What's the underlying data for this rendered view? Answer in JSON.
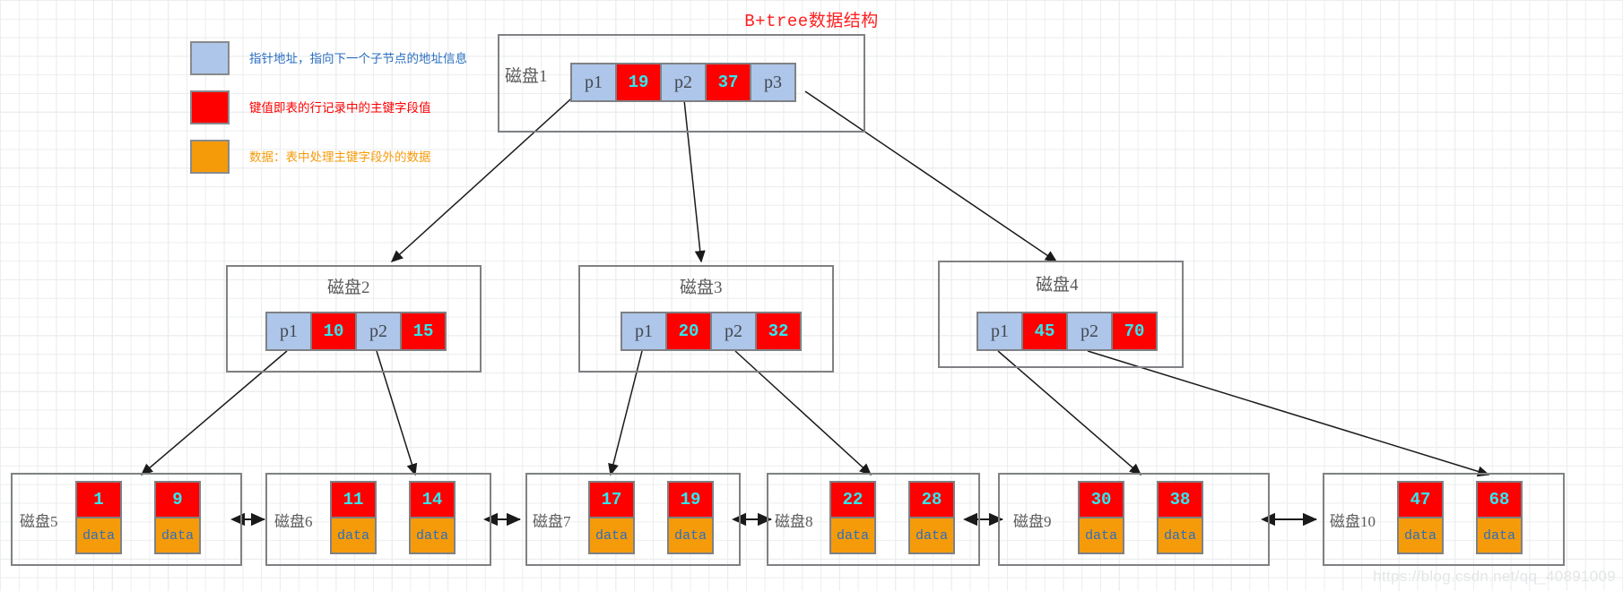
{
  "title": "B+tree数据结构",
  "colors": {
    "pointer": "#aec6ea",
    "key": "#fe0000",
    "data": "#f59b0a",
    "key_text": "#2ee8f0",
    "title_text": "#ff2020",
    "box_border": "#7f8184"
  },
  "legend": [
    {
      "swatch": "pointer",
      "color": "#aec6ea",
      "text": "指针地址，指向下一个子节点的地址信息",
      "text_color": "#2a6ec0"
    },
    {
      "swatch": "key",
      "color": "#fe0000",
      "text": "键值即表的行记录中的主键字段值",
      "text_color": "#fe0000"
    },
    {
      "swatch": "data",
      "color": "#f59b0a",
      "text": "数据：表中处理主键字段外的数据",
      "text_color": "#f59b0a"
    }
  ],
  "nodes": {
    "root": {
      "label": "磁盘1",
      "cells": [
        {
          "type": "ptr",
          "text": "p1"
        },
        {
          "type": "key",
          "text": "19"
        },
        {
          "type": "ptr",
          "text": "p2"
        },
        {
          "type": "key",
          "text": "37"
        },
        {
          "type": "ptr",
          "text": "p3"
        }
      ]
    },
    "internal": [
      {
        "label": "磁盘2",
        "cells": [
          {
            "type": "ptr",
            "text": "p1"
          },
          {
            "type": "key",
            "text": "10"
          },
          {
            "type": "ptr",
            "text": "p2"
          },
          {
            "type": "key",
            "text": "15"
          }
        ]
      },
      {
        "label": "磁盘3",
        "cells": [
          {
            "type": "ptr",
            "text": "p1"
          },
          {
            "type": "key",
            "text": "20"
          },
          {
            "type": "ptr",
            "text": "p2"
          },
          {
            "type": "key",
            "text": "32"
          }
        ]
      },
      {
        "label": "磁盘4",
        "cells": [
          {
            "type": "ptr",
            "text": "p1"
          },
          {
            "type": "key",
            "text": "45"
          },
          {
            "type": "ptr",
            "text": "p2"
          },
          {
            "type": "key",
            "text": "70"
          }
        ]
      }
    ],
    "leaves": [
      {
        "label": "磁盘5",
        "records": [
          {
            "key": "1",
            "data": "data"
          },
          {
            "key": "9",
            "data": "data"
          }
        ]
      },
      {
        "label": "磁盘6",
        "records": [
          {
            "key": "11",
            "data": "data"
          },
          {
            "key": "14",
            "data": "data"
          }
        ]
      },
      {
        "label": "磁盘7",
        "records": [
          {
            "key": "17",
            "data": "data"
          },
          {
            "key": "19",
            "data": "data"
          }
        ]
      },
      {
        "label": "磁盘8",
        "records": [
          {
            "key": "22",
            "data": "data"
          },
          {
            "key": "28",
            "data": "data"
          }
        ]
      },
      {
        "label": "磁盘9",
        "records": [
          {
            "key": "30",
            "data": "data"
          },
          {
            "key": "38",
            "data": "data"
          }
        ]
      },
      {
        "label": "磁盘10",
        "records": [
          {
            "key": "47",
            "data": "data"
          },
          {
            "key": "68",
            "data": "data"
          }
        ]
      }
    ]
  },
  "watermark": "https://blog.csdn.net/qq_40891009"
}
